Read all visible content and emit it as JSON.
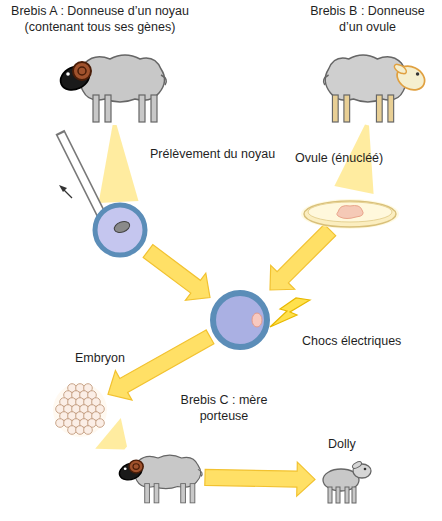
{
  "diagram": {
    "nodes": [
      {
        "text": [
          "Brebis A : Donneuse d’un noyau (contenant tous ses gènes)"
        ]
      },
      {
        "text": [
          "Brebis B : Donneuse d’un ovule"
        ]
      },
      {
        "text": [
          "Prélèvement du noyau"
        ]
      },
      {
        "text": [
          "Ovule (énucléé)"
        ]
      },
      {
        "text": [
          "Chocs électriques"
        ]
      },
      {
        "text": [
          "Embryon"
        ]
      },
      {
        "text": [
          "Brebis C : mère porteuse"
        ]
      },
      {
        "text": [
          "Dolly"
        ]
      }
    ],
    "edges": [
      {
        "from": 0,
        "to": 2,
        "arrow": "none"
      },
      {
        "from": 1,
        "to": 3,
        "arrow": "none"
      },
      {
        "from": 2,
        "to": 4,
        "arrow": "to"
      },
      {
        "from": 3,
        "to": 4,
        "arrow": "to"
      },
      {
        "from": 4,
        "to": 5,
        "arrow": "to"
      },
      {
        "from": 5,
        "to": 6,
        "arrow": "none"
      },
      {
        "from": 6,
        "to": 7,
        "arrow": "to"
      }
    ]
  }
}
